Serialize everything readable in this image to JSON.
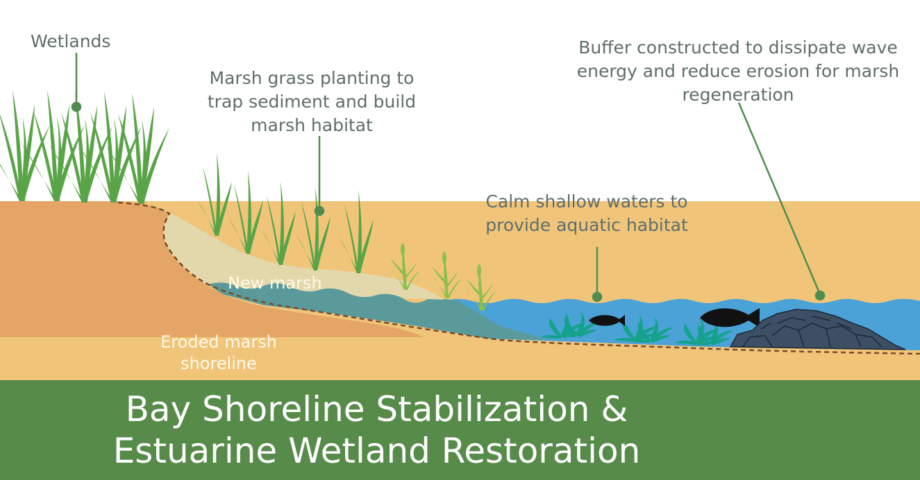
{
  "labels": {
    "wetlands": "Wetlands",
    "marsh_grass": [
      "Marsh grass planting to",
      "trap sediment and build",
      "marsh habitat"
    ],
    "buffer": [
      "Buffer constructed to dissipate wave",
      "energy and reduce erosion for marsh",
      "regeneration"
    ],
    "calm_waters": [
      "Calm shallow waters to",
      "provide aquatic habitat"
    ],
    "new_marsh": "New marsh",
    "eroded": [
      "Eroded marsh",
      "shoreline"
    ]
  },
  "title": [
    "Bay Shoreline Stabilization &",
    "Estuarine Wetland Restoration"
  ],
  "colors": {
    "banner": "#568b49",
    "upland_soil": "#e4a566",
    "sand": "#f0c57a",
    "new_marsh": "#e2d8ac",
    "water": "#4aa2d6",
    "submerged": "#5a9a9a",
    "grass": "#5aa448",
    "seagrass": "#14a28c",
    "rocks": "#3c4f64",
    "leader": "#4f8d4f",
    "label_text": "#5f6e6b"
  }
}
